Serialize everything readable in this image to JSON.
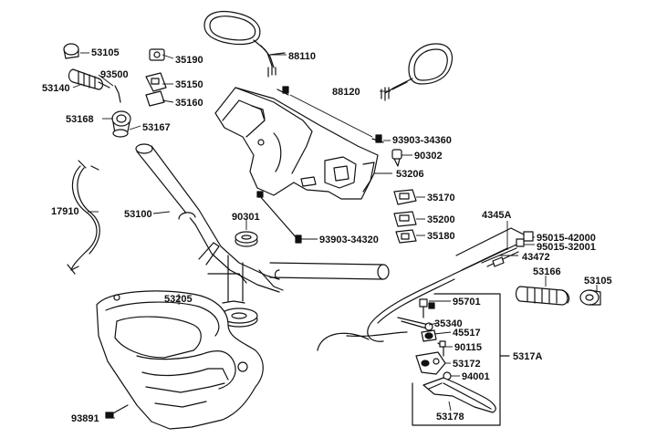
{
  "diagram": {
    "labels": [
      {
        "id": "l53105a",
        "text": "53105"
      },
      {
        "id": "l35190",
        "text": "35190"
      },
      {
        "id": "l88110",
        "text": "88110"
      },
      {
        "id": "l93500",
        "text": "93500"
      },
      {
        "id": "l53140",
        "text": "53140"
      },
      {
        "id": "l35150",
        "text": "35150"
      },
      {
        "id": "l35160",
        "text": "35160"
      },
      {
        "id": "l88120",
        "text": "88120"
      },
      {
        "id": "l53168",
        "text": "53168"
      },
      {
        "id": "l53167",
        "text": "53167"
      },
      {
        "id": "l9390334360",
        "text": "93903-34360"
      },
      {
        "id": "l90302",
        "text": "90302"
      },
      {
        "id": "l53206",
        "text": "53206"
      },
      {
        "id": "l17910",
        "text": "17910"
      },
      {
        "id": "l53100",
        "text": "53100"
      },
      {
        "id": "l90301",
        "text": "90301"
      },
      {
        "id": "l35170",
        "text": "35170"
      },
      {
        "id": "l35200",
        "text": "35200"
      },
      {
        "id": "l4345A",
        "text": "4345A"
      },
      {
        "id": "l35180",
        "text": "35180"
      },
      {
        "id": "l9390334320",
        "text": "93903-34320"
      },
      {
        "id": "l9501542000",
        "text": "95015-42000"
      },
      {
        "id": "l9501532001",
        "text": "95015-32001"
      },
      {
        "id": "l43472",
        "text": "43472"
      },
      {
        "id": "l53166",
        "text": "53166"
      },
      {
        "id": "l53105b",
        "text": "53105"
      },
      {
        "id": "l53205",
        "text": "53205"
      },
      {
        "id": "l95701",
        "text": "95701"
      },
      {
        "id": "l35340",
        "text": "35340"
      },
      {
        "id": "l45517",
        "text": "45517"
      },
      {
        "id": "l90115",
        "text": "90115"
      },
      {
        "id": "l5317A",
        "text": "5317A"
      },
      {
        "id": "l53172",
        "text": "53172"
      },
      {
        "id": "l94001",
        "text": "94001"
      },
      {
        "id": "l93891",
        "text": "93891"
      },
      {
        "id": "l53178",
        "text": "53178"
      }
    ]
  }
}
